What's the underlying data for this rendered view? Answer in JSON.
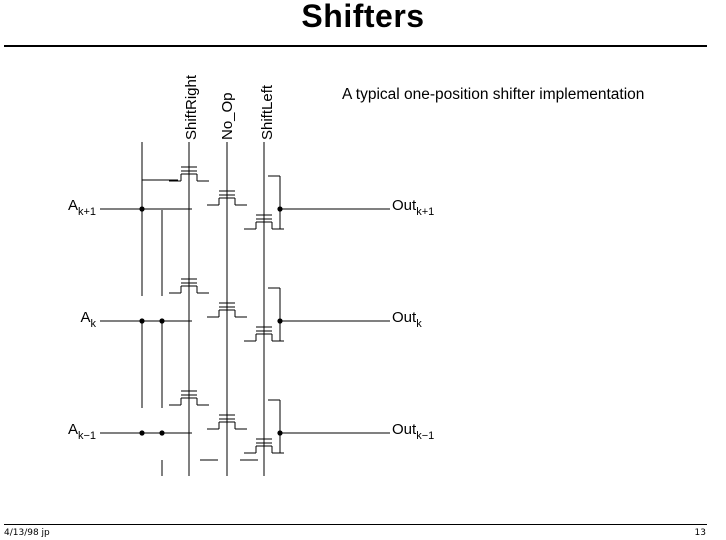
{
  "slide": {
    "title": "Shifters",
    "description": "A typical one-position shifter implementation",
    "footer_left": "4/13/98 jp",
    "page_number": "13"
  },
  "control_lines": {
    "shift_right": "ShiftRight",
    "no_op": "No_Op",
    "shift_left": "ShiftLeft"
  },
  "inputs": [
    {
      "base": "A",
      "sub": "k+1"
    },
    {
      "base": "A",
      "sub": "k"
    },
    {
      "base": "A",
      "sub": "k−1"
    }
  ],
  "outputs": [
    {
      "base": "Out",
      "sub": "k+1"
    },
    {
      "base": "Out",
      "sub": "k"
    },
    {
      "base": "Out",
      "sub": "k−1"
    }
  ]
}
